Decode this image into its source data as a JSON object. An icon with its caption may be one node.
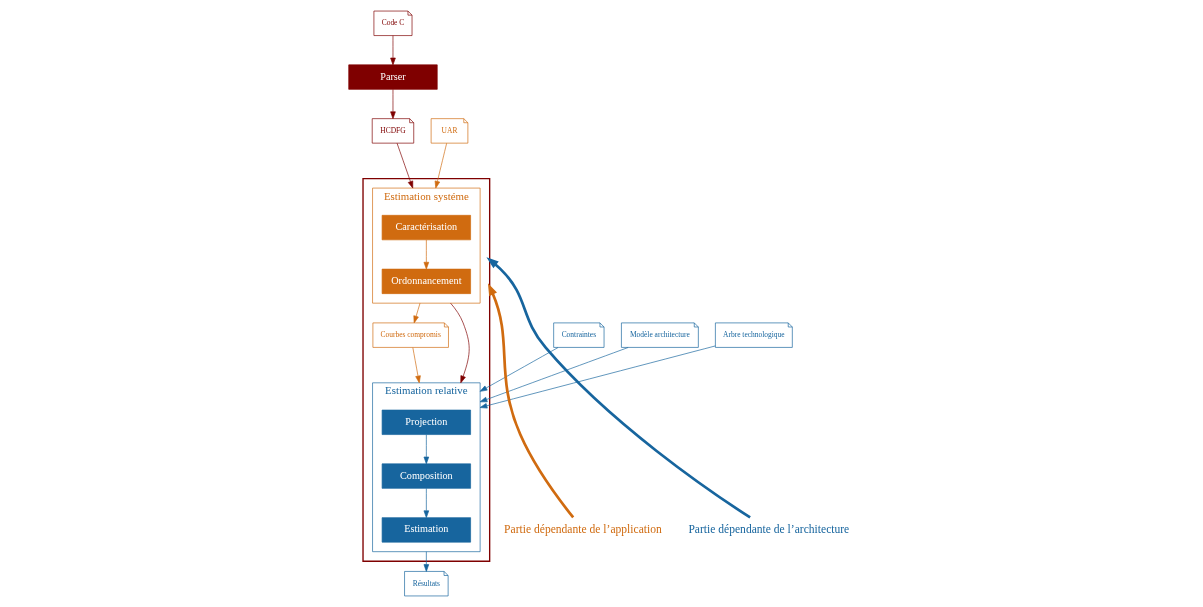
{
  "diagram": {
    "nodes": [
      {
        "text": [
          "Code C"
        ]
      },
      {
        "text": [
          "Parser"
        ]
      },
      {
        "text": [
          "HCDFG"
        ]
      },
      {
        "text": [
          "UAR"
        ]
      },
      {
        "text": [
          "Contraintes"
        ]
      },
      {
        "text": [
          "Modèle architecture"
        ]
      },
      {
        "text": [
          "Arbre technologique"
        ]
      },
      {
        "text": [],
        "shape": "box"
      },
      {
        "text": [
          "Estimation systéme"
        ],
        "in": 7
      },
      {
        "text": [
          "Caractérisation"
        ],
        "in": 8
      },
      {
        "text": [
          "Ordonnancement"
        ],
        "in": 8
      },
      {
        "text": [
          "Courbes compromis"
        ],
        "in": 7
      },
      {
        "text": [
          "Estimation relative"
        ],
        "in": 7
      },
      {
        "text": [
          "Projection"
        ],
        "in": 12
      },
      {
        "text": [
          "Composition"
        ],
        "in": 12
      },
      {
        "text": [
          "Estimation"
        ],
        "in": 12
      },
      {
        "text": [
          "Résultats"
        ]
      },
      {
        "text": [
          "Partie dépendante de l’application"
        ]
      },
      {
        "text": [
          "Partie dépendante de l’architecture"
        ]
      }
    ],
    "edges": [
      {
        "from": 0,
        "to": 1,
        "arrow": "to",
        "color": "#7f0000"
      },
      {
        "from": 1,
        "to": 2,
        "arrow": "to",
        "color": "#7f0000"
      },
      {
        "from": 2,
        "to": 8,
        "arrow": "to",
        "color": "#7f0000"
      },
      {
        "from": 3,
        "to": 8,
        "arrow": "to",
        "color": "#d06b10"
      },
      {
        "from": 4,
        "to": 12,
        "arrow": "to"
      },
      {
        "from": 5,
        "to": 12,
        "arrow": "to"
      },
      {
        "from": 6,
        "to": 12,
        "arrow": "to"
      },
      {
        "from": 9,
        "to": 10,
        "arrow": "to",
        "color": "#d06b10"
      },
      {
        "from": 8,
        "to": 11,
        "arrow": "to",
        "color": "#d06b10"
      },
      {
        "from": 8,
        "to": 12,
        "arrow": "to",
        "color": "#7f0000"
      },
      {
        "from": 11,
        "to": 12,
        "arrow": "to",
        "color": "#d06b10"
      },
      {
        "from": 13,
        "to": 14,
        "arrow": "to"
      },
      {
        "from": 14,
        "to": 15,
        "arrow": "to"
      },
      {
        "from": 12,
        "to": 16,
        "arrow": "to"
      },
      {
        "from": 17,
        "to": 7,
        "arrow": "to",
        "style": "thick",
        "color": "#d06b10"
      },
      {
        "from": 18,
        "to": 7,
        "arrow": "to",
        "style": "thick"
      }
    ]
  }
}
